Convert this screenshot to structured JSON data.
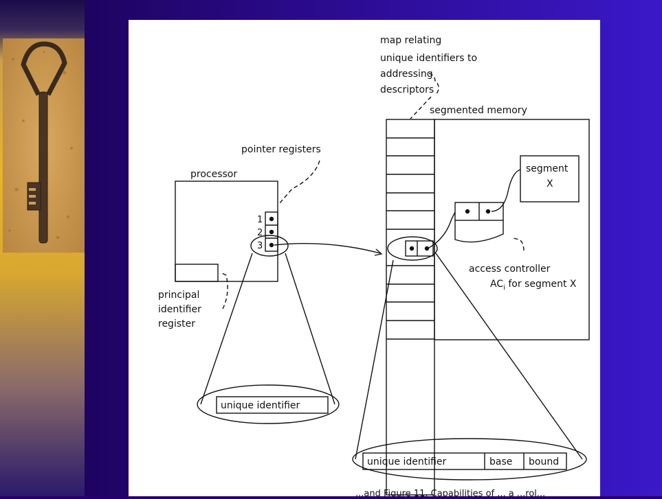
{
  "diagram": {
    "labels": {
      "map_line1": "map relating",
      "map_line2": "unique identifiers to",
      "map_line3": "addressing",
      "map_line4": "descriptors",
      "segmented_memory": "segmented memory",
      "pointer_registers": "pointer registers",
      "processor": "processor",
      "segment": "segment",
      "segment_name": "X",
      "reg1": "1",
      "reg2": "2",
      "reg3": "3",
      "access_controller_line1": "access controller",
      "access_controller_line2": "AC",
      "access_controller_sub": "i",
      "access_controller_line2b": " for segment X",
      "principal_line1": "principal",
      "principal_line2": "identifier",
      "principal_line3": "register",
      "unique_identifier": "unique identifier",
      "descriptor_uid": "unique identifier",
      "descriptor_base": "base",
      "descriptor_bound": "bound"
    },
    "caption_fragment": "...and Figure 11. Capabilities of ... a ...rol..."
  },
  "colors": {
    "left_strip_gold": "#e8b428",
    "background_purple": "#3a18c8",
    "page": "#ffffff"
  },
  "icons": {
    "key_photo": "skeleton-key-icon"
  }
}
